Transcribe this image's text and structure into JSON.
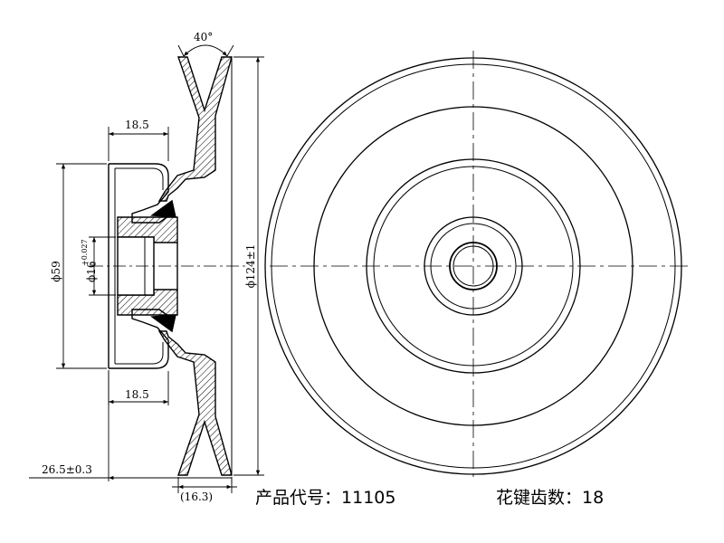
{
  "dimensions": {
    "groove_angle": "40°",
    "hub_depth_top": "18.5",
    "hub_depth_bottom": "18.5",
    "hub_diameter": "ϕ59",
    "bore_diameter": "ϕ16",
    "bore_tolerance_upper": "+0.027",
    "bore_tolerance_lower": "0",
    "outer_diameter": "ϕ124±1",
    "overall_width": "26.5±0.3",
    "groove_width": "(16.3)"
  },
  "captions": {
    "product_code_label": "产品代号：",
    "product_code": "11105",
    "spline_teeth_label": "花键齿数：",
    "spline_teeth": "18"
  }
}
